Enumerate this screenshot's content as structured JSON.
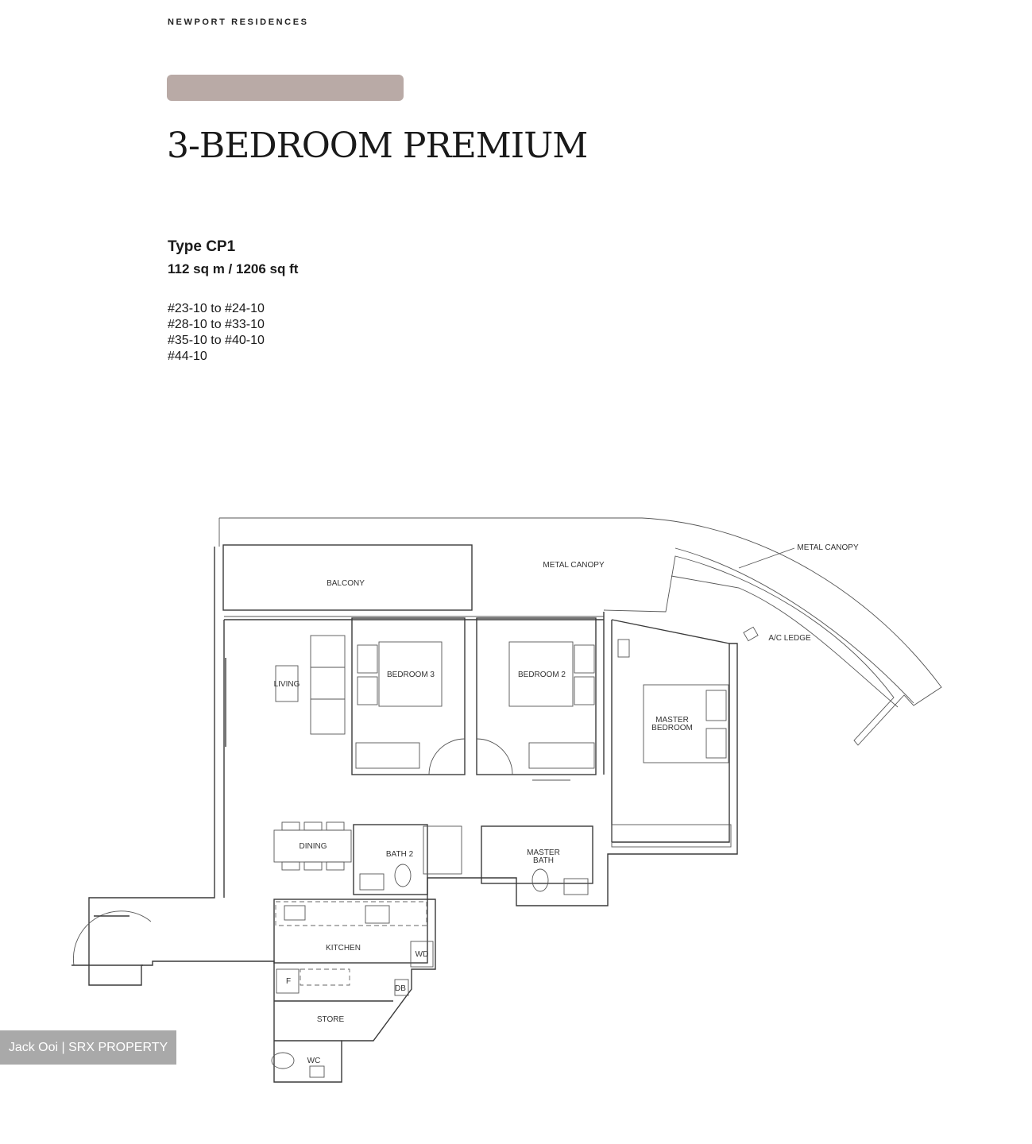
{
  "header": {
    "brand": "NEWPORT RESIDENCES"
  },
  "accent_color": "#b9aaa6",
  "title": "3-BEDROOM PREMIUM",
  "unit_type": "Type CP1",
  "area": "112 sq m / 1206 sq ft",
  "units": [
    "#23-10 to #24-10",
    "#28-10 to #33-10",
    "#35-10 to #40-10",
    "#44-10"
  ],
  "plan_labels": {
    "metal_canopy_top": "METAL CANOPY",
    "metal_canopy_right": "METAL CANOPY",
    "balcony": "BALCONY",
    "ac_ledge": "A/C LEDGE",
    "living": "LIVING",
    "bedroom3": "BEDROOM 3",
    "bedroom2": "BEDROOM 2",
    "master_bedroom_1": "MASTER",
    "master_bedroom_2": "BEDROOM",
    "dining": "DINING",
    "bath2": "BATH 2",
    "master_bath_1": "MASTER",
    "master_bath_2": "BATH",
    "kitchen": "KITCHEN",
    "wd": "WD",
    "f": "F",
    "db": "DB",
    "store": "STORE",
    "wc": "WC"
  },
  "watermark": "Jack Ooi | SRX PROPERTY"
}
